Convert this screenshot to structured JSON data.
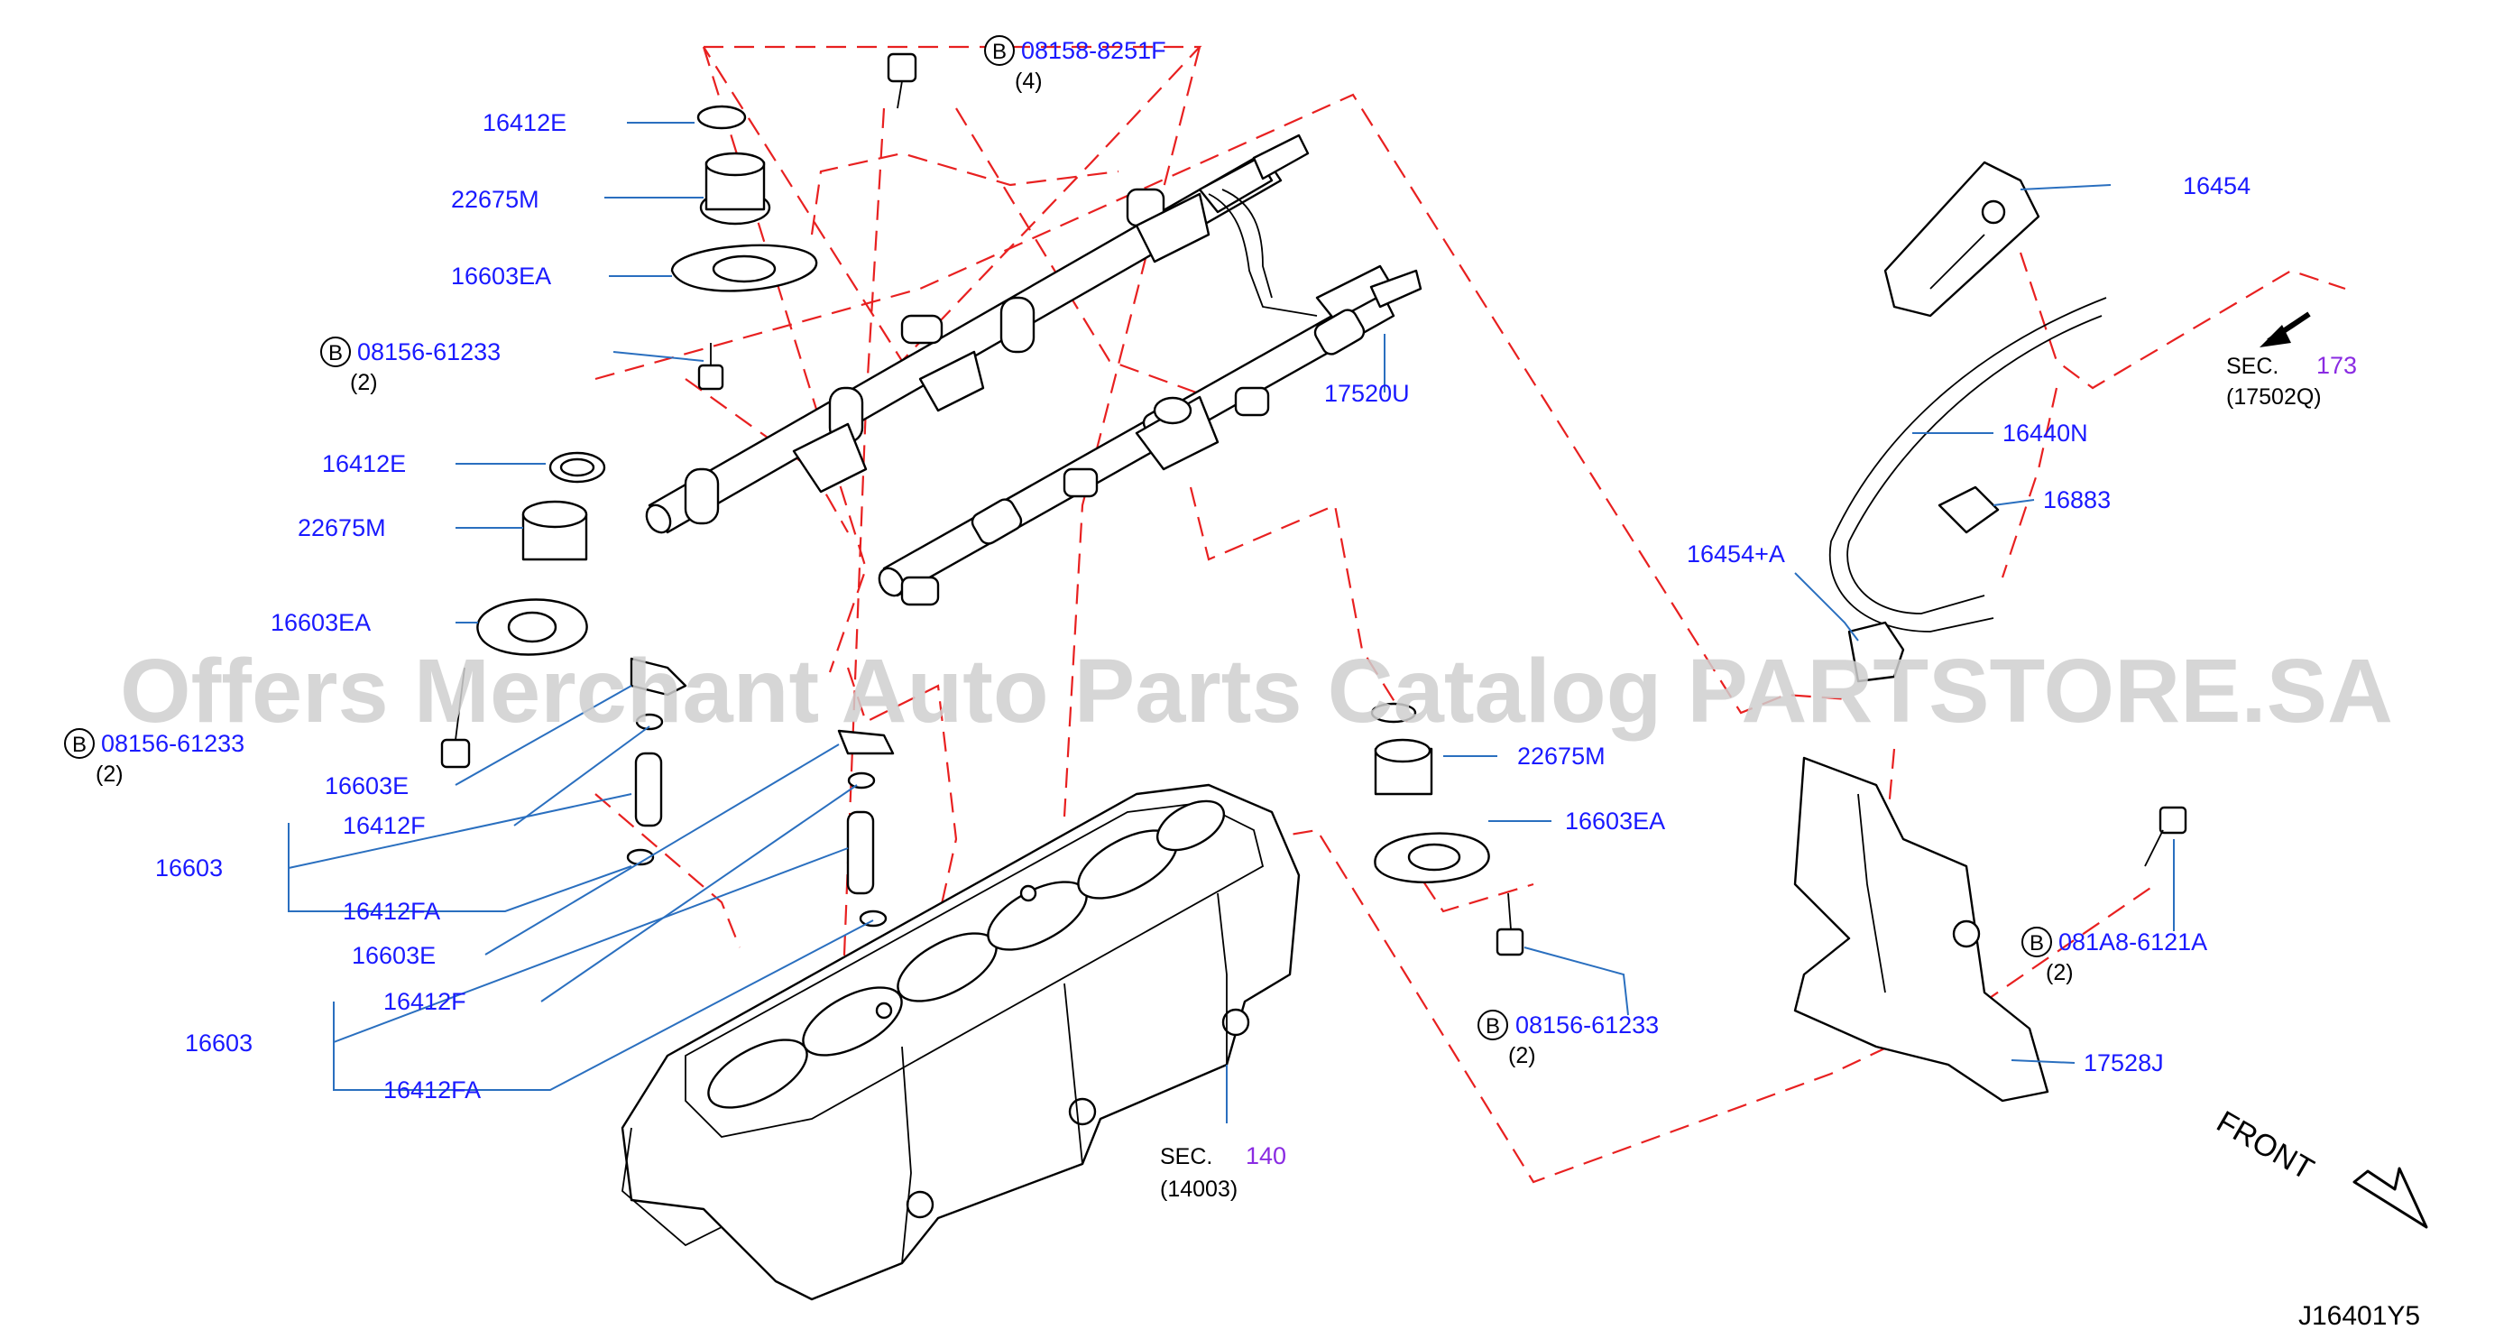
{
  "labels": {
    "p16412E_top": "16412E",
    "p22675M_top": "22675M",
    "p16603EA_top": "16603EA",
    "bolt_top_num": "08158-8251F",
    "bolt_top_qty": "(4)",
    "bolt_l1_num": "08156-61233",
    "bolt_l1_qty": "(2)",
    "p16412E_mid": "16412E",
    "p22675M_mid": "22675M",
    "p16603EA_mid": "16603EA",
    "bolt_l2_num": "08156-61233",
    "bolt_l2_qty": "(2)",
    "p16603E_1": "16603E",
    "p16412F_1": "16412F",
    "p16603_1": "16603",
    "p16412FA_1": "16412FA",
    "p16603E_2": "16603E",
    "p16412F_2": "16412F",
    "p16603_2": "16603",
    "p16412FA_2": "16412FA",
    "p17520U": "17520U",
    "sec140_prefix": "SEC.",
    "sec140_num": "140",
    "sec140_sub": "(14003)",
    "p22675M_right": "22675M",
    "p16603EA_right": "16603EA",
    "bolt_r1_num": "08156-61233",
    "bolt_r1_qty": "(2)",
    "p16454": "16454",
    "sec173_prefix": "SEC.",
    "sec173_num": "173",
    "sec173_sub": "(17502Q)",
    "p16440N": "16440N",
    "p16883": "16883",
    "p16454A": "16454+A",
    "bolt_r2_num": "081A8-6121A",
    "bolt_r2_qty": "(2)",
    "p17528J": "17528J",
    "badge_letter": "B",
    "front": "FRONT",
    "diagram_code": "J16401Y5",
    "watermark": "Offers Merchant Auto Parts Catalog PARTSTORE.SA"
  },
  "colors": {
    "label": "#1a1aff",
    "leader": "#2a6fbf",
    "phantom_line": "#e82020",
    "section_number": "#8a2be2",
    "watermark": "#cfcfcf"
  }
}
